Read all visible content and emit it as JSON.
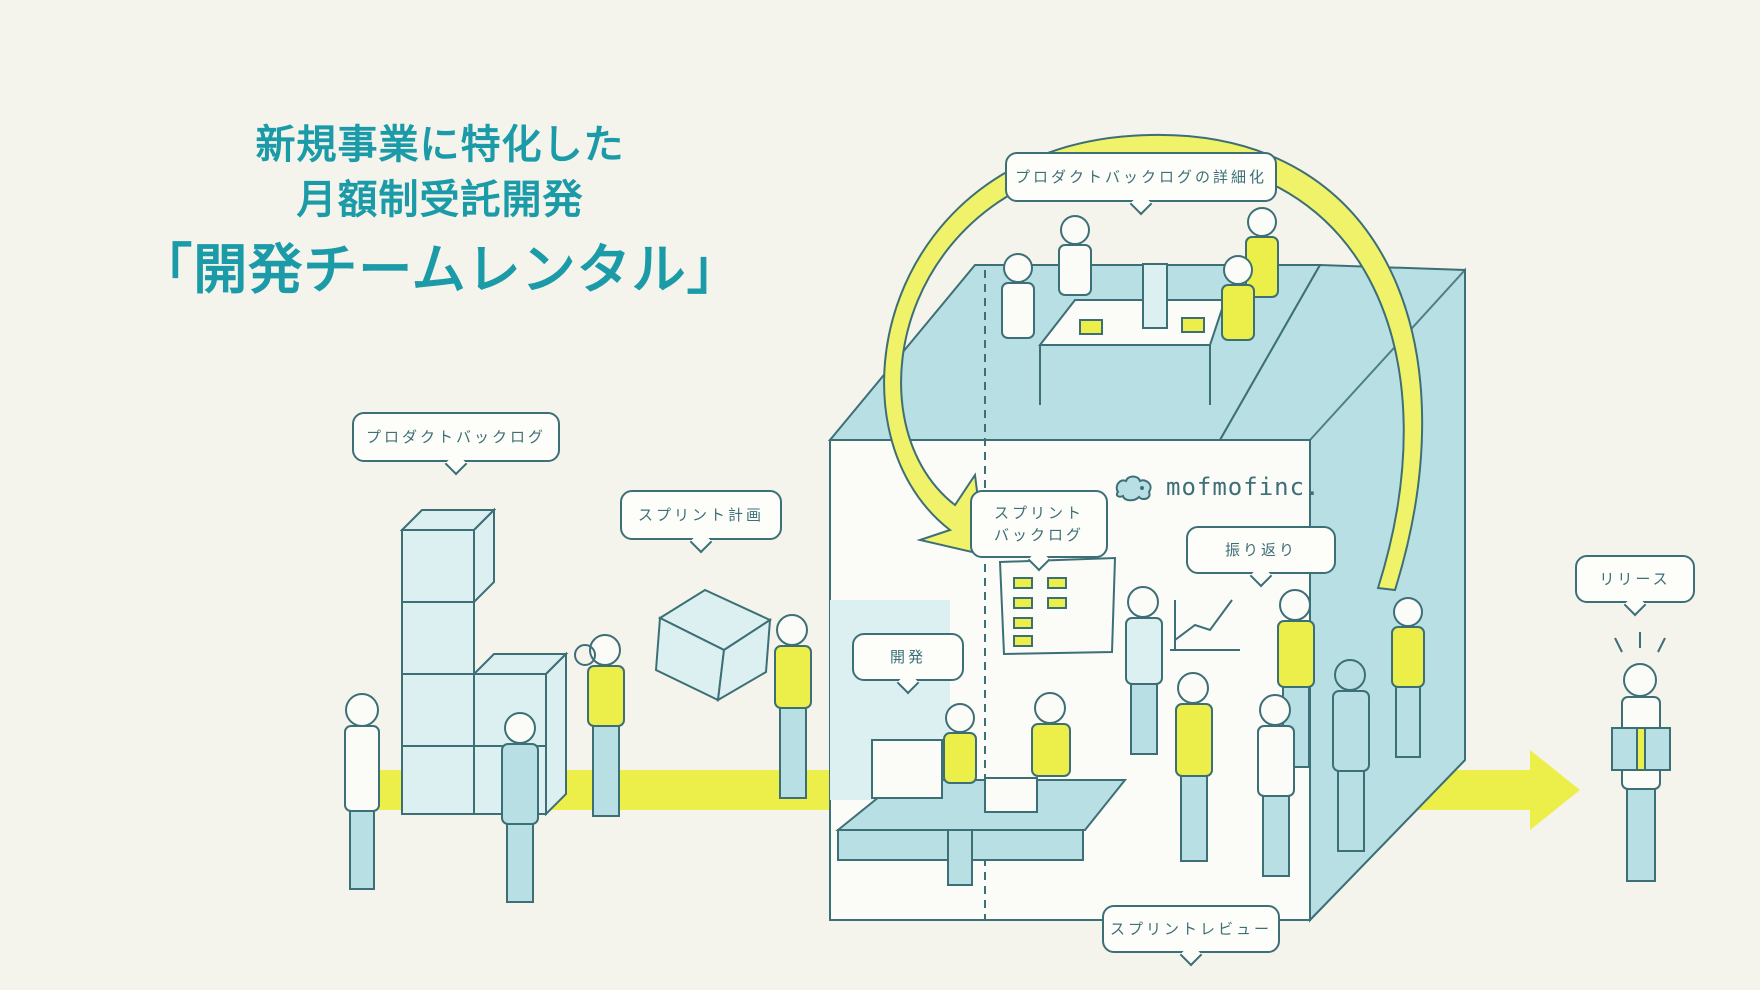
{
  "headline": {
    "line1": "新規事業に特化した",
    "line2": "月額制受託開発",
    "line3": "「開発チームレンタル」"
  },
  "labels": {
    "product_backlog": "プロダクトバックログ",
    "product_backlog_refinement": "プロダクトバックログの詳細化",
    "sprint_planning": "スプリント計画",
    "sprint_backlog_line1": "スプリント",
    "sprint_backlog_line2": "バックログ",
    "retrospective": "振り返り",
    "development": "開発",
    "sprint_review": "スプリントレビュー",
    "release": "リリース"
  },
  "logo": {
    "text": "mofmofinc."
  },
  "colors": {
    "brand_teal": "#1b9ba8",
    "line_dark": "#3d6f76",
    "yellow": "#ecef4a",
    "light_blue": "#b8e0e4",
    "pale_blue": "#dcf0f2",
    "background": "#f4f3ec"
  }
}
